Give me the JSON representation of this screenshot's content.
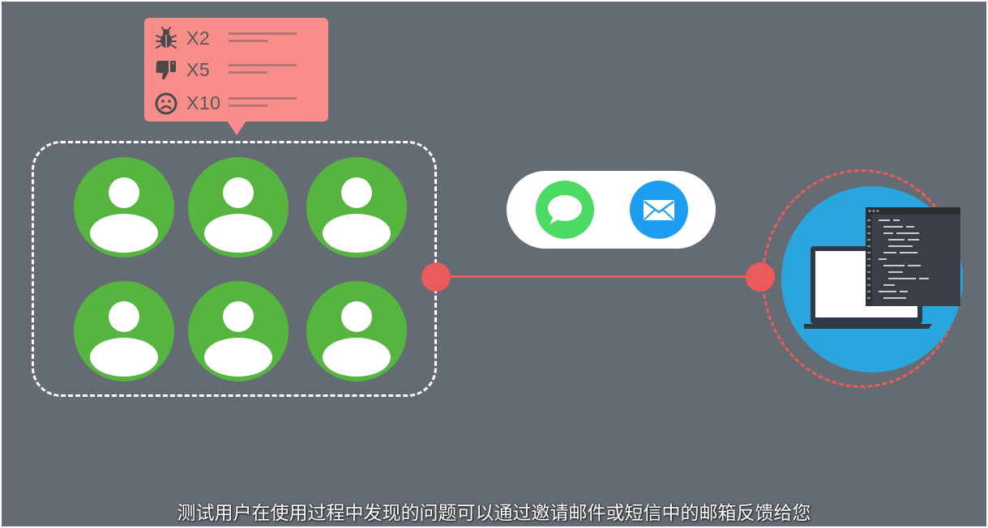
{
  "colors": {
    "background": "#656b73",
    "feedback_card": "#f98d89",
    "user_green": "#56b541",
    "accent_red": "#ec5b5b",
    "messages_green": "#4cd964",
    "mail_blue": "#1e9ef0",
    "device_blue": "#2aa6de"
  },
  "feedback": {
    "items": [
      {
        "icon": "bug-icon",
        "count": "X2"
      },
      {
        "icon": "thumbs-down-icon",
        "count": "X5"
      },
      {
        "icon": "sad-face-icon",
        "count": "X10"
      }
    ]
  },
  "testers": {
    "count": 6,
    "icon": "user-avatar-icon"
  },
  "channels": [
    {
      "icon": "message-bubble-icon"
    },
    {
      "icon": "envelope-icon"
    }
  ],
  "developer": {
    "icon": "laptop-code-window-icon"
  },
  "subtitle": "测试用户在使用过程中发现的问题可以通过邀请邮件或短信中的邮箱反馈给您"
}
